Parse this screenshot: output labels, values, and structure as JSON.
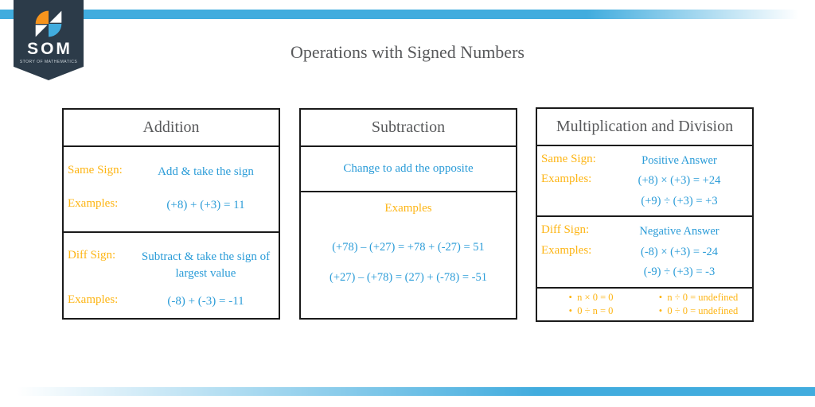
{
  "colors": {
    "bar_blue": "#41ACDE",
    "text_blue": "#2B9CD8",
    "label_orange": "#FDB515",
    "title_gray": "#58595B",
    "logo_navy": "#2C3B49",
    "logo_orange": "#F7941D",
    "border_dark": "#1A1A1A"
  },
  "logo": {
    "acronym": "SOM",
    "tagline": "STORY OF MATHEMATICS",
    "icon": "pinwheel-icon"
  },
  "header": {
    "title": "Operations with Signed Numbers"
  },
  "addition": {
    "title": "Addition",
    "same_sign_label": "Same Sign:",
    "same_sign_rule": "Add & take the sign",
    "same_examples_label": "Examples:",
    "same_example": "(+8) + (+3) = 11",
    "diff_sign_label": "Diff Sign:",
    "diff_sign_rule": "Subtract & take the sign of largest value",
    "diff_examples_label": "Examples:",
    "diff_example": "(-8) + (-3) = -11"
  },
  "subtraction": {
    "title": "Subtraction",
    "rule": "Change to add the opposite",
    "examples_label": "Examples",
    "example1": "(+78) – (+27) = +78 + (-27) = 51",
    "example2": "(+27) – (+78) = (27) + (-78) = -51"
  },
  "mult_div": {
    "title": "Multiplication and Division",
    "same_sign_label": "Same Sign:",
    "same_sign_rule": "Positive Answer",
    "same_examples_label": "Examples:",
    "same_example1": "(+8) × (+3) = +24",
    "same_example2": "(+9) ÷ (+3) = +3",
    "diff_sign_label": "Diff Sign:",
    "diff_sign_rule": "Negative Answer",
    "diff_examples_label": "Examples:",
    "diff_example1": "(-8) × (+3) = -24",
    "diff_example2": "(-9) ÷ (+3) = -3",
    "zero_rules": {
      "left": [
        "n × 0 = 0",
        "0 ÷ n = 0"
      ],
      "right": [
        "n ÷ 0 = undefined",
        "0 ÷ 0 = undefined"
      ]
    }
  }
}
